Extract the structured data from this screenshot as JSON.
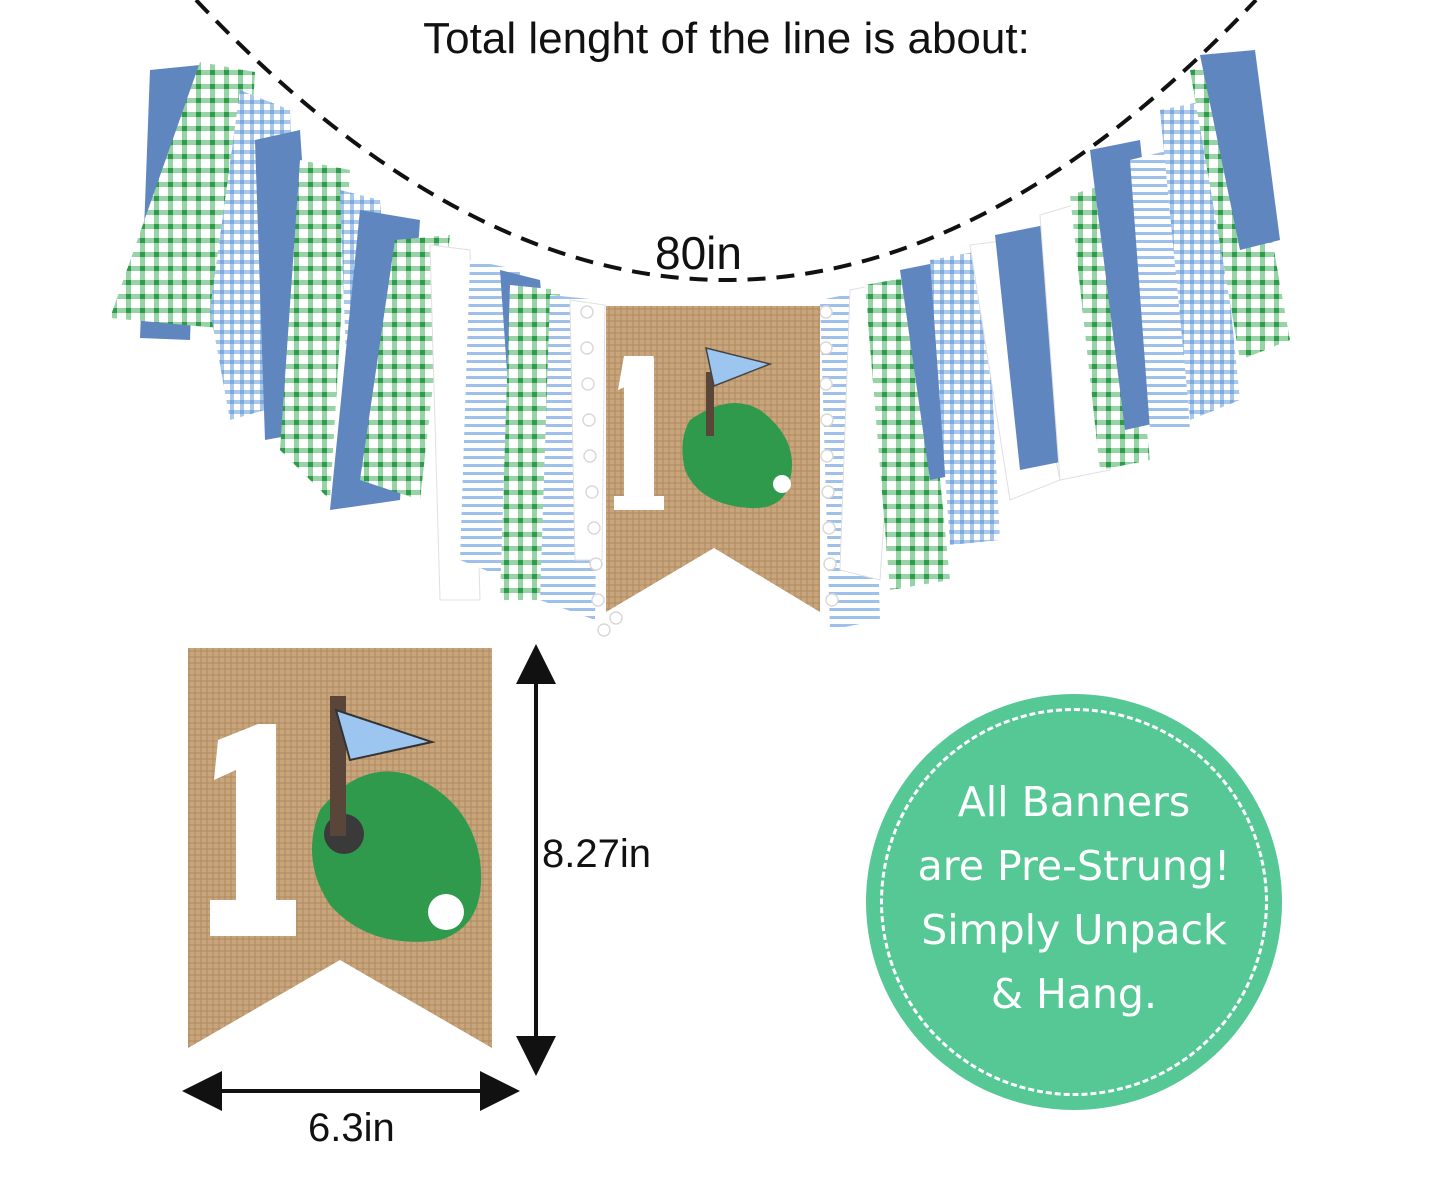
{
  "heading": "Total lenght of the line is about:",
  "line_length": "80in",
  "banner_height": "8.27in",
  "banner_width": "6.3in",
  "banner_number": "1",
  "badge_lines": [
    "All Banners",
    "are Pre-Strung!",
    "Simply Unpack",
    "& Hang."
  ],
  "colors": {
    "badge": "#55c896",
    "burlap": "#c7a37a",
    "green": "#2f9a4c",
    "blue": "#5f86bf",
    "light_blue": "#a8c8ec",
    "flag": "#9cc6ef"
  }
}
